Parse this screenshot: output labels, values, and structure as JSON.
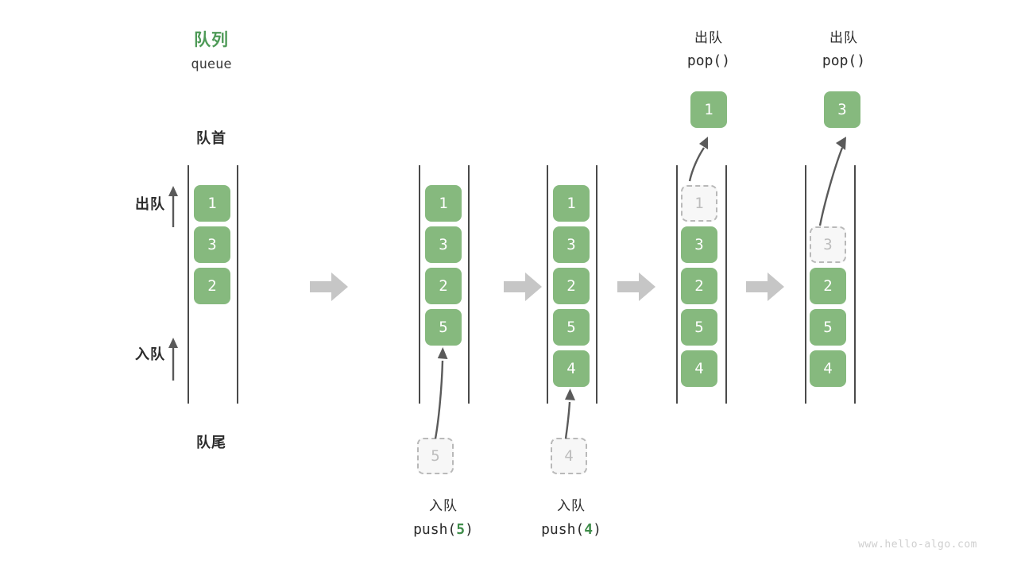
{
  "diagram": {
    "title_cn": "队列",
    "title_en": "queue",
    "front_label": "队首",
    "rear_label": "队尾",
    "dequeue_label": "出队",
    "enqueue_label": "入队",
    "watermark": "www.hello-algo.com",
    "accent_color": "#4e9a57",
    "box_color": "#86b97e",
    "ghost_color": "#f7f7f7",
    "rail_color": "#4a4a4a",
    "arrow_color": "#5a5a5a",
    "step_arrow_color": "#c6c6c6"
  },
  "steps": [
    {
      "id": "initial",
      "header_cn": "",
      "header_code": "",
      "boxes": [
        "1",
        "3",
        "2"
      ],
      "ghost_index": -1,
      "source_box": null,
      "result_box": null,
      "caption_cn": "",
      "caption_code": "",
      "caption_arg": ""
    },
    {
      "id": "push-5",
      "header_cn": "",
      "header_code": "",
      "boxes": [
        "1",
        "3",
        "2",
        "5"
      ],
      "ghost_index": -1,
      "source_box": "5",
      "result_box": null,
      "caption_cn": "入队",
      "caption_code_pre": "push(",
      "caption_arg": "5",
      "caption_code_post": ")"
    },
    {
      "id": "push-4",
      "header_cn": "",
      "header_code": "",
      "boxes": [
        "1",
        "3",
        "2",
        "5",
        "4"
      ],
      "ghost_index": -1,
      "source_box": "4",
      "result_box": null,
      "caption_cn": "入队",
      "caption_code_pre": "push(",
      "caption_arg": "4",
      "caption_code_post": ")"
    },
    {
      "id": "pop-1",
      "header_cn": "出队",
      "header_code": "pop()",
      "boxes": [
        "1",
        "3",
        "2",
        "5",
        "4"
      ],
      "ghost_index": 0,
      "source_box": null,
      "result_box": "1",
      "caption_cn": "",
      "caption_code": "",
      "caption_arg": ""
    },
    {
      "id": "pop-3",
      "header_cn": "出队",
      "header_code": "pop()",
      "boxes": [
        "3",
        "2",
        "5",
        "4"
      ],
      "ghost_index": 0,
      "source_box": null,
      "result_box": "3",
      "caption_cn": "",
      "caption_code": "",
      "caption_arg": ""
    }
  ]
}
